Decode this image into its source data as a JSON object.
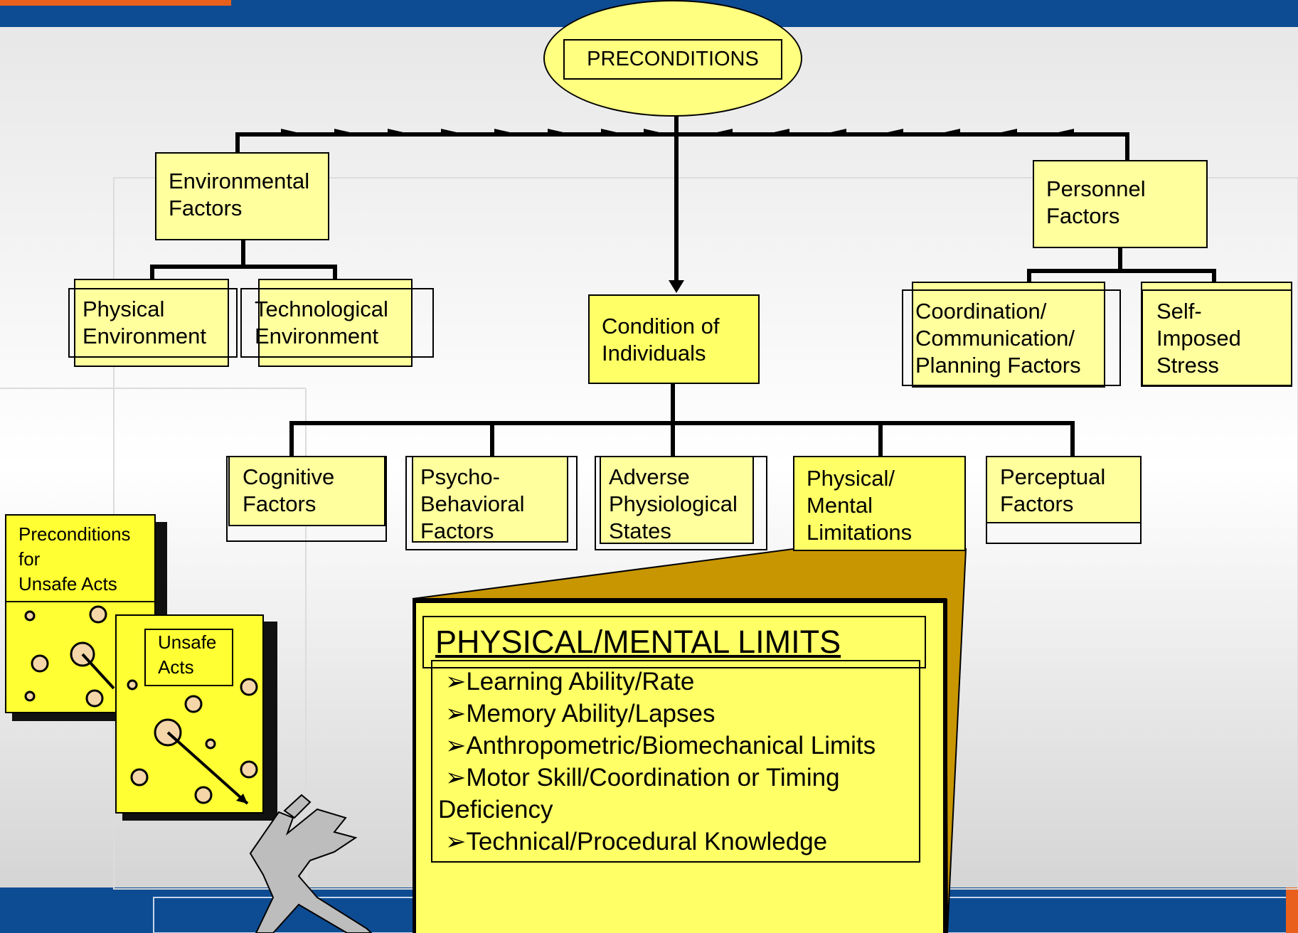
{
  "colors": {
    "top_band": "#0d4c93",
    "accent": "#e8601c",
    "box_fill": "#ffff9e",
    "highlight_fill": "#ffff66",
    "card_fill": "#ffff33",
    "zoom_connector": "#c89600"
  },
  "root": {
    "label": "PRECONDITIONS"
  },
  "level1": {
    "environmental": "Environmental\nFactors",
    "condition": "Condition of\nIndividuals",
    "personnel": "Personnel\nFactors"
  },
  "environmental_children": {
    "physical": "Physical\nEnvironment",
    "technological": "Technological\nEnvironment"
  },
  "personnel_children": {
    "coordination": "Coordination/\nCommunication/\nPlanning Factors",
    "stress": "Self-\nImposed\nStress"
  },
  "condition_children": {
    "cognitive": "Cognitive\nFactors",
    "psycho": "Psycho-\nBehavioral\nFactors",
    "adverse": "Adverse\nPhysiological\nStates",
    "physical_mental": "Physical/\nMental\nLimitations",
    "perceptual": "Perceptual\nFactors"
  },
  "side_cards": {
    "preconditions": "Preconditions\nfor\n Unsafe Acts",
    "unsafe_acts": "Unsafe\nActs"
  },
  "detail": {
    "title": "PHYSICAL/MENTAL LIMITS ",
    "items": [
      "Learning Ability/Rate",
      "Memory Ability/Lapses",
      "Anthropometric/Biomechanical Limits",
      "Motor Skill/Coordination or Timing",
      "Technical/Procedural Knowledge"
    ],
    "item_continuation": "Deficiency",
    "bullet": "➢"
  },
  "icons": [
    "airplane-icon",
    "bullet-arrow-icon"
  ]
}
